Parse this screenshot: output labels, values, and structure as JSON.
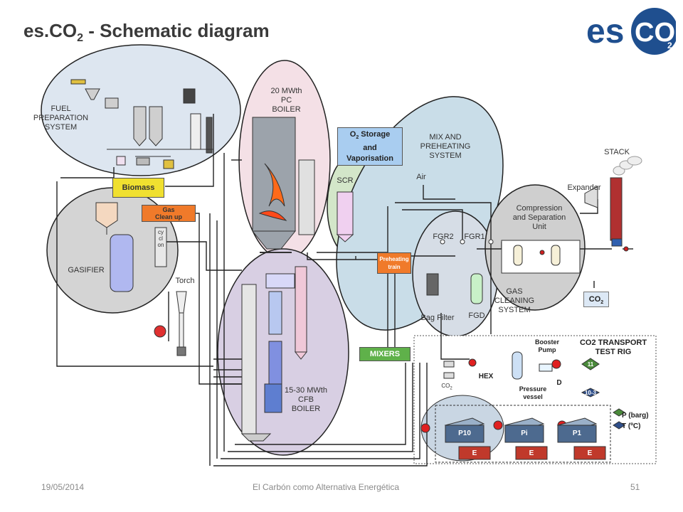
{
  "slide": {
    "title_main": "es.CO",
    "title_sub": "2",
    "title_rest": " - Schematic diagram"
  },
  "logo": {
    "text": "esCO",
    "subscript": "2",
    "brand_color": "#1f4f8f"
  },
  "sections": {
    "fuel_prep": "FUEL\nPREPARATION\nSYSTEM",
    "gasifier": "GASIFIER",
    "biomass": "Biomass",
    "gas_cleanup": "Gas\nClean up",
    "cyclon": "cyclon",
    "torch": "Torch",
    "pc_boiler": "20 MWth\nPC\nBOILER",
    "cfb_boiler": "15-30 MWth\nCFB\nBOILER",
    "o2_storage_a": "O",
    "o2_storage_sub": "2",
    "o2_storage_b": " Storage\nand\nVaporisation",
    "scr": "SCR",
    "mix_preheat": "MIX AND\nPREHEATING\nSYSTEM",
    "air": "Air",
    "preheating_train": "Preheating\ntrain",
    "mixers": "MIXERS",
    "fgr2": "FGR2",
    "fgr1": "FGR1",
    "bag_filter": "Bag Filter",
    "fgd": "FGD",
    "gas_cleaning": "GAS\nCLEANING\nSYSTEM",
    "compression": "Compression\nand Separation\nUnit",
    "expander": "Expander",
    "stack": "STACK",
    "co2_box_a": "CO",
    "co2_box_sub": "2"
  },
  "transport_rig": {
    "title": "CO2 TRANSPORT\nTEST RIG",
    "booster_pump": "Booster\nPump",
    "hex": "HEX",
    "pressure_vessel": "Pressure\nvessel",
    "co2_a": "CO",
    "co2_sub": "2",
    "d_label": "D",
    "tag_11": "11",
    "tag_103": "10-3",
    "legend_p": "P (barg)",
    "legend_t": "T (ºC)",
    "vessels": [
      "P10",
      "Pi",
      "P1"
    ],
    "heaters": [
      "E",
      "E",
      "E"
    ]
  },
  "footer": {
    "date": "19/05/2014",
    "subtitle": "El Carbón como Alternativa Energética",
    "page": "51"
  },
  "colors": {
    "fuel_ellipse": "#dde6f0",
    "gasifier_ellipse": "#d4d4d4",
    "pc_ellipse": "#f4e0e6",
    "cfb_ellipse": "#d8cfe3",
    "scr_ellipse": "#d3e6c9",
    "mix_ellipse": "#c9dde8",
    "gas_clean_ellipse": "#d6dde6",
    "comp_ellipse": "#cfcfcf",
    "o2_box": "#a9cdf0",
    "green_box": "#5fb14a",
    "orange_box": "#f07a2a",
    "red_heater": "#c0392b"
  }
}
